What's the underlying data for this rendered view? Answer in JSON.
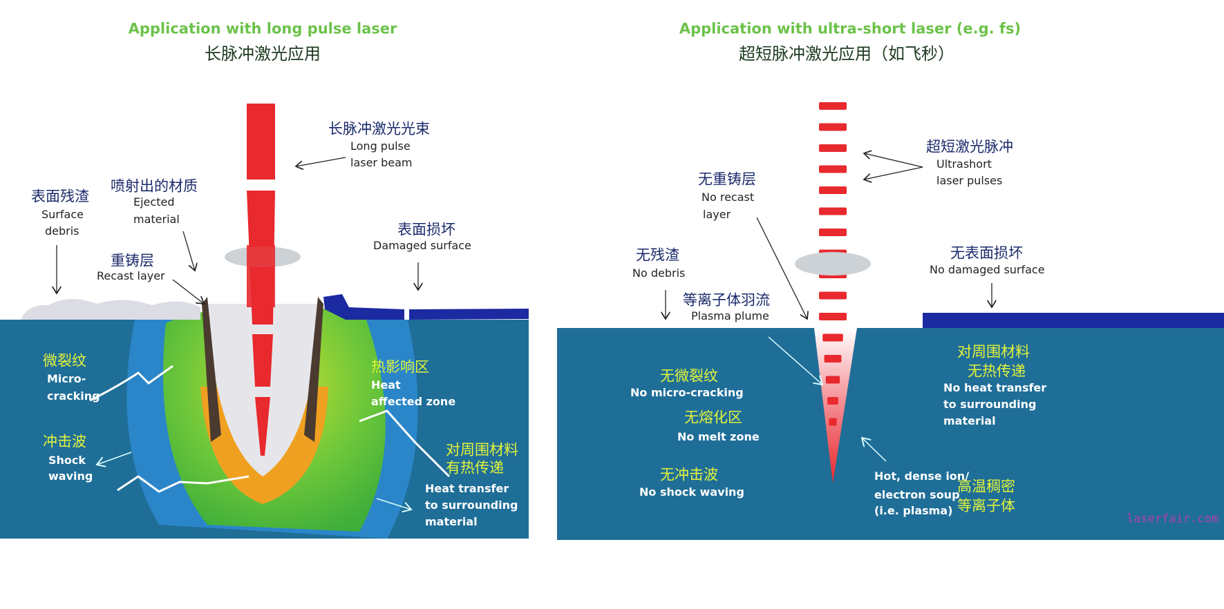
{
  "left": {
    "title_en": "Application with long pulse laser",
    "title_zh": "长脉冲激光应用",
    "beam": {
      "zh": "长脉冲激光光束",
      "en1": "Long pulse",
      "en2": "laser beam"
    },
    "debris": {
      "zh": "表面残渣",
      "en1": "Surface",
      "en2": "debris"
    },
    "ejected": {
      "zh": "喷射出的材质",
      "en1": "Ejected",
      "en2": "material"
    },
    "recast": {
      "zh": "重铸层",
      "en": "Recast layer"
    },
    "damaged": {
      "zh": "表面损坏",
      "en": "Damaged surface"
    },
    "micro": {
      "zh": "微裂纹",
      "en1": "Micro-",
      "en2": "cracking"
    },
    "shock": {
      "zh": "冲击波",
      "en1": "Shock",
      "en2": "waving"
    },
    "haz": {
      "zh": "热影响区",
      "en1": "Heat",
      "en2": "affected zone"
    },
    "heat": {
      "zh1": "对周围材料",
      "zh2": "有热传递",
      "en1": "Heat transfer",
      "en2": "to surrounding",
      "en3": "material"
    }
  },
  "right": {
    "title_en": "Application with ultra-short laser (e.g. fs)",
    "title_zh": "超短脉冲激光应用（如飞秒）",
    "pulses": {
      "zh": "超短激光脉冲",
      "en1": "Ultrashort",
      "en2": "laser pulses"
    },
    "recast": {
      "zh": "无重铸层",
      "en1": "No recast",
      "en2": "layer"
    },
    "debris": {
      "zh": "无残渣",
      "en": "No debris"
    },
    "plume": {
      "zh": "等离子体羽流",
      "en": "Plasma plume"
    },
    "damaged": {
      "zh": "无表面损坏",
      "en": "No damaged surface"
    },
    "heat": {
      "zh1": "对周围材料",
      "zh2": "无热传递",
      "en1": "No heat transfer",
      "en2": "to surrounding",
      "en3": "material"
    },
    "micro": {
      "zh": "无微裂纹",
      "en": "No micro-cracking"
    },
    "melt": {
      "zh": "无熔化区",
      "en": "No melt zone"
    },
    "shock": {
      "zh": "无冲击波",
      "en": "No shock waving"
    },
    "plasma": {
      "en1": "Hot, dense ion/",
      "en2": "electron soup",
      "en3": "(i.e. plasma)",
      "zh1": "高温稠密",
      "zh2": "等离子体"
    }
  },
  "watermark": "laserfair.com",
  "colors": {
    "title": "#6cc24a",
    "substrate": "#1f6e98",
    "beam": "#e8292e",
    "label_zh": "#e4f43a",
    "navy": "#1b2a9b"
  }
}
